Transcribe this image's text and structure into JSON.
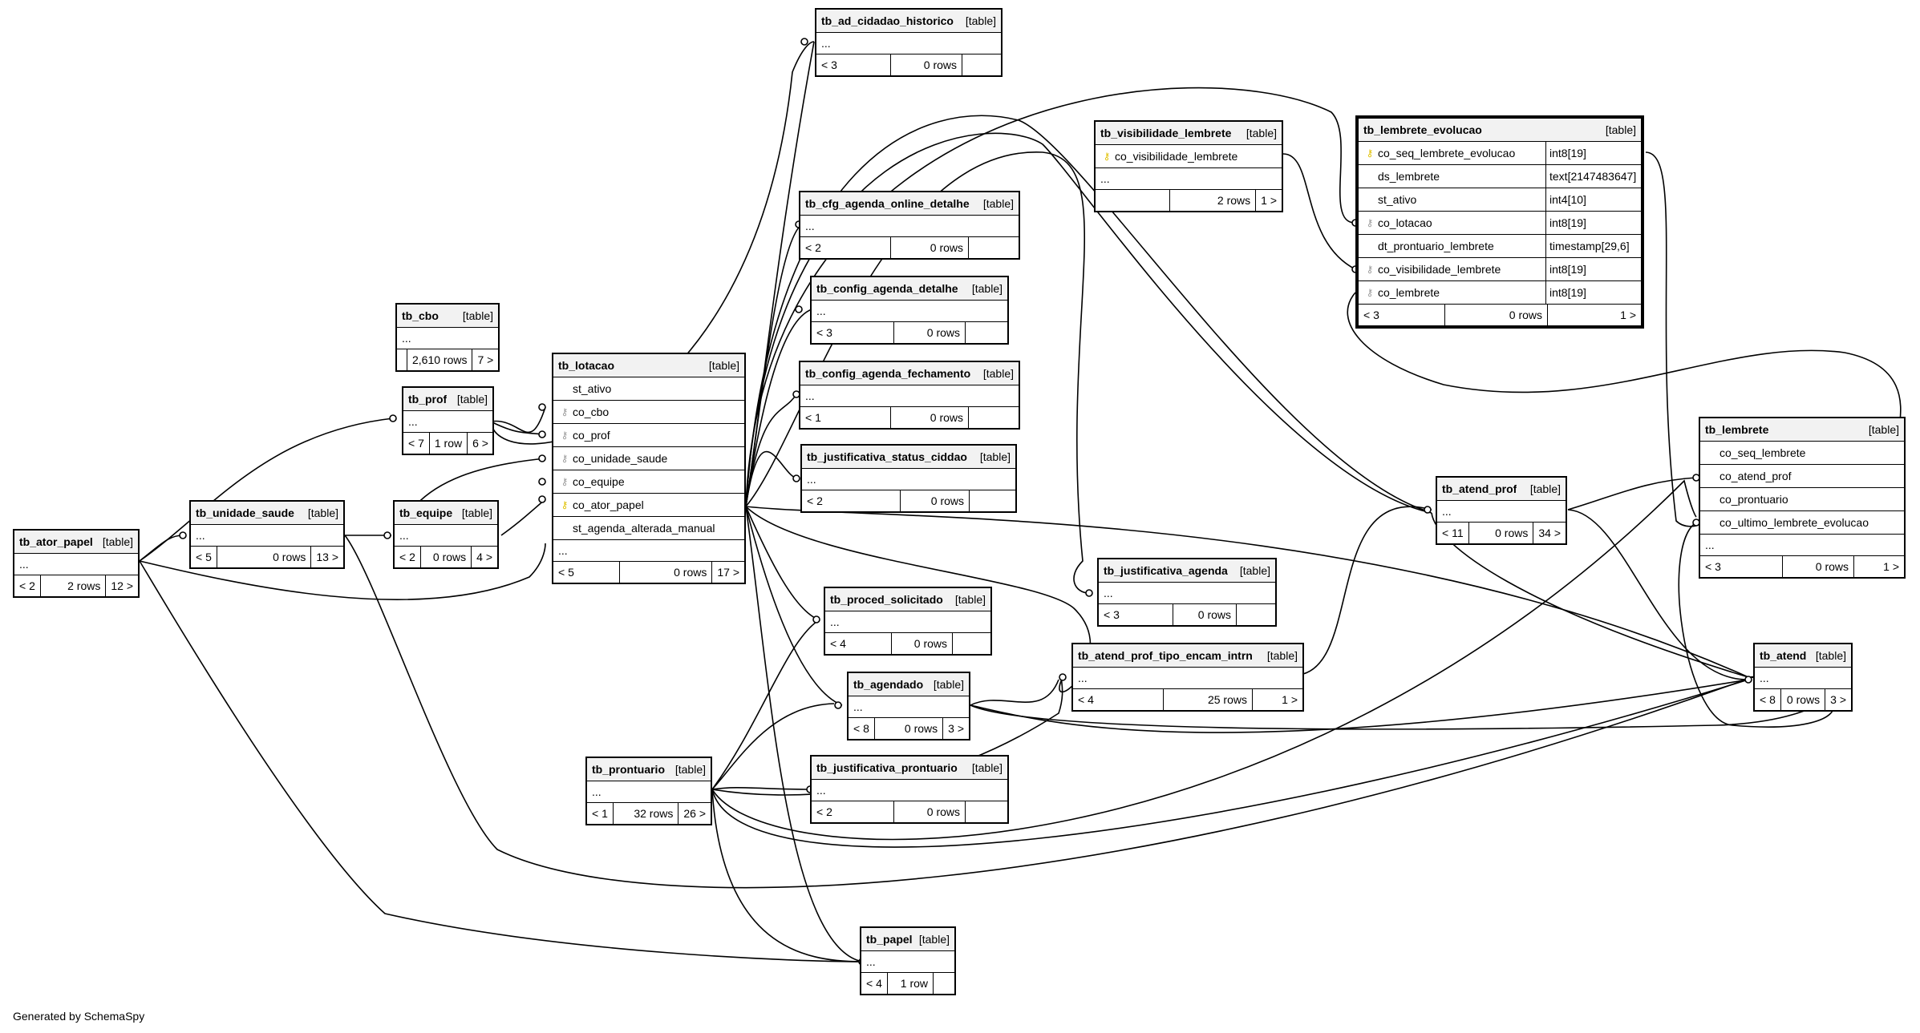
{
  "tables": {
    "tb_ator_papel": {
      "name": "tb_ator_papel",
      "type": "[table]",
      "parents": "< 2",
      "rows": "2 rows",
      "children": "12 >"
    },
    "tb_unidade_saude": {
      "name": "tb_unidade_saude",
      "type": "[table]",
      "parents": "< 5",
      "rows": "0 rows",
      "children": "13 >"
    },
    "tb_cbo": {
      "name": "tb_cbo",
      "type": "[table]",
      "parents": "",
      "rows": "2,610 rows",
      "children": "7 >"
    },
    "tb_prof": {
      "name": "tb_prof",
      "type": "[table]",
      "parents": "< 7",
      "rows": "1 row",
      "children": "6 >"
    },
    "tb_equipe": {
      "name": "tb_equipe",
      "type": "[table]",
      "parents": "< 2",
      "rows": "0 rows",
      "children": "4 >"
    },
    "tb_lotacao": {
      "name": "tb_lotacao",
      "type": "[table]",
      "parents": "< 5",
      "rows": "0 rows",
      "children": "17 >",
      "columns": [
        {
          "name": "st_ativo",
          "key": ""
        },
        {
          "name": "co_cbo",
          "key": "fk"
        },
        {
          "name": "co_prof",
          "key": "fk"
        },
        {
          "name": "co_unidade_saude",
          "key": "fk"
        },
        {
          "name": "co_equipe",
          "key": "fk"
        },
        {
          "name": "co_ator_papel",
          "key": "pk"
        },
        {
          "name": "st_agenda_alterada_manual",
          "key": ""
        }
      ]
    },
    "tb_ad_cidadao_historico": {
      "name": "tb_ad_cidadao_historico",
      "type": "[table]",
      "parents": "< 3",
      "rows": "0 rows",
      "children": ""
    },
    "tb_cfg_agenda_online_detalhe": {
      "name": "tb_cfg_agenda_online_detalhe",
      "type": "[table]",
      "parents": "< 2",
      "rows": "0 rows",
      "children": ""
    },
    "tb_config_agenda_detalhe": {
      "name": "tb_config_agenda_detalhe",
      "type": "[table]",
      "parents": "< 3",
      "rows": "0 rows",
      "children": ""
    },
    "tb_config_agenda_fechamento": {
      "name": "tb_config_agenda_fechamento",
      "type": "[table]",
      "parents": "< 1",
      "rows": "0 rows",
      "children": ""
    },
    "tb_justificativa_status_ciddao": {
      "name": "tb_justificativa_status_ciddao",
      "type": "[table]",
      "parents": "< 2",
      "rows": "0 rows",
      "children": ""
    },
    "tb_proced_solicitado": {
      "name": "tb_proced_solicitado",
      "type": "[table]",
      "parents": "< 4",
      "rows": "0 rows",
      "children": ""
    },
    "tb_agendado": {
      "name": "tb_agendado",
      "type": "[table]",
      "parents": "< 8",
      "rows": "0 rows",
      "children": "3 >"
    },
    "tb_prontuario": {
      "name": "tb_prontuario",
      "type": "[table]",
      "parents": "< 1",
      "rows": "32 rows",
      "children": "26 >"
    },
    "tb_justificativa_prontuario": {
      "name": "tb_justificativa_prontuario",
      "type": "[table]",
      "parents": "< 2",
      "rows": "0 rows",
      "children": ""
    },
    "tb_papel": {
      "name": "tb_papel",
      "type": "[table]",
      "parents": "< 4",
      "rows": "1 row",
      "children": ""
    },
    "tb_visibilidade_lembrete": {
      "name": "tb_visibilidade_lembrete",
      "type": "[table]",
      "parents": "",
      "rows": "2 rows",
      "children": "1 >",
      "columns": [
        {
          "name": "co_visibilidade_lembrete",
          "key": "pk"
        }
      ]
    },
    "tb_lembrete_evolucao": {
      "name": "tb_lembrete_evolucao",
      "type": "[table]",
      "parents": "< 3",
      "rows": "0 rows",
      "children": "1 >",
      "columns": [
        {
          "name": "co_seq_lembrete_evolucao",
          "key": "pk",
          "dtype": "int8[19]"
        },
        {
          "name": "ds_lembrete",
          "key": "",
          "dtype": "text[2147483647]"
        },
        {
          "name": "st_ativo",
          "key": "",
          "dtype": "int4[10]"
        },
        {
          "name": "co_lotacao",
          "key": "fk",
          "dtype": "int8[19]"
        },
        {
          "name": "dt_prontuario_lembrete",
          "key": "",
          "dtype": "timestamp[29,6]"
        },
        {
          "name": "co_visibilidade_lembrete",
          "key": "fk",
          "dtype": "int8[19]"
        },
        {
          "name": "co_lembrete",
          "key": "fk",
          "dtype": "int8[19]"
        }
      ]
    },
    "tb_justificativa_agenda": {
      "name": "tb_justificativa_agenda",
      "type": "[table]",
      "parents": "< 3",
      "rows": "0 rows",
      "children": ""
    },
    "tb_atend_prof_tipo_encam_intrn": {
      "name": "tb_atend_prof_tipo_encam_intrn",
      "type": "[table]",
      "parents": "< 4",
      "rows": "25 rows",
      "children": "1 >"
    },
    "tb_atend_prof": {
      "name": "tb_atend_prof",
      "type": "[table]",
      "parents": "< 11",
      "rows": "0 rows",
      "children": "34 >"
    },
    "tb_lembrete": {
      "name": "tb_lembrete",
      "type": "[table]",
      "parents": "< 3",
      "rows": "0 rows",
      "children": "1 >",
      "columns": [
        {
          "name": "co_seq_lembrete",
          "key": ""
        },
        {
          "name": "co_atend_prof",
          "key": ""
        },
        {
          "name": "co_prontuario",
          "key": ""
        },
        {
          "name": "co_ultimo_lembrete_evolucao",
          "key": ""
        }
      ]
    },
    "tb_atend": {
      "name": "tb_atend",
      "type": "[table]",
      "parents": "< 8",
      "rows": "0 rows",
      "children": "3 >"
    }
  },
  "ellipsis": "...",
  "icons": {
    "primary_key": "key-icon",
    "foreign_key": "fk-key-icon"
  },
  "colors": {
    "primary_key": "#e0c000",
    "foreign_key": "#999999",
    "line": "#000000"
  },
  "footer": "Generated by SchemaSpy"
}
